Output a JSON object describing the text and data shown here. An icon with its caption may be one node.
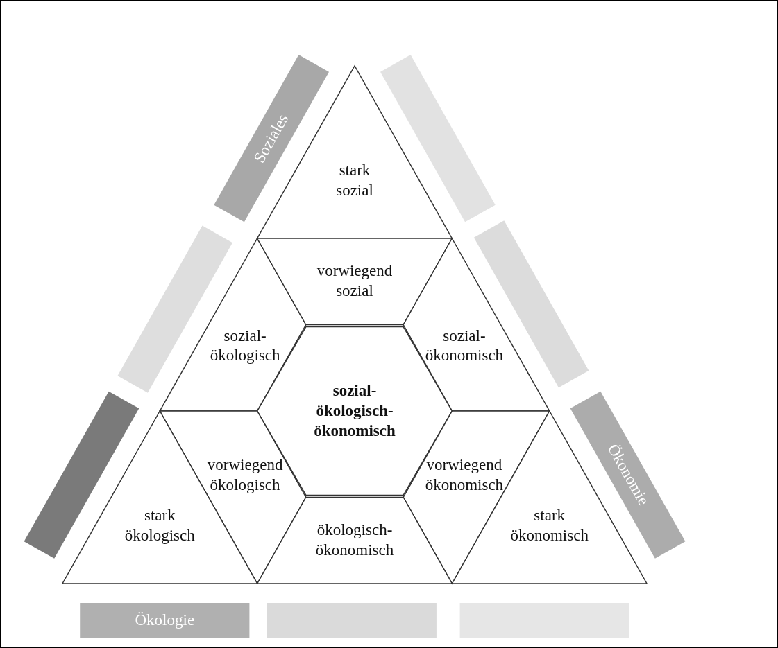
{
  "diagram": {
    "nodes": [
      {
        "text": [
          "stark sozial"
        ]
      },
      {
        "text": [
          "sozial-ökologisch"
        ]
      },
      {
        "text": [
          "vorwiegend sozial"
        ]
      },
      {
        "text": [
          "sozial-ökonomisch"
        ]
      },
      {
        "text": [
          "sozial-ökologisch-ökonomisch"
        ]
      },
      {
        "text": [
          "vorwiegend ökologisch"
        ]
      },
      {
        "text": [
          "vorwiegend ökonomisch"
        ]
      },
      {
        "text": [
          "stark ökologisch"
        ]
      },
      {
        "text": [
          "ökologisch-ökonomisch"
        ]
      },
      {
        "text": [
          "stark ökonomisch"
        ]
      },
      {
        "text": [
          "Soziales"
        ]
      },
      {
        "text": [],
        "shape": "bar"
      },
      {
        "text": [],
        "shape": "bar"
      },
      {
        "text": [],
        "shape": "bar"
      },
      {
        "text": [],
        "shape": "bar"
      },
      {
        "text": [
          "Ökonomie"
        ]
      },
      {
        "text": [
          "Ökologie"
        ]
      },
      {
        "text": [],
        "shape": "bar"
      },
      {
        "text": [],
        "shape": "bar"
      }
    ]
  }
}
